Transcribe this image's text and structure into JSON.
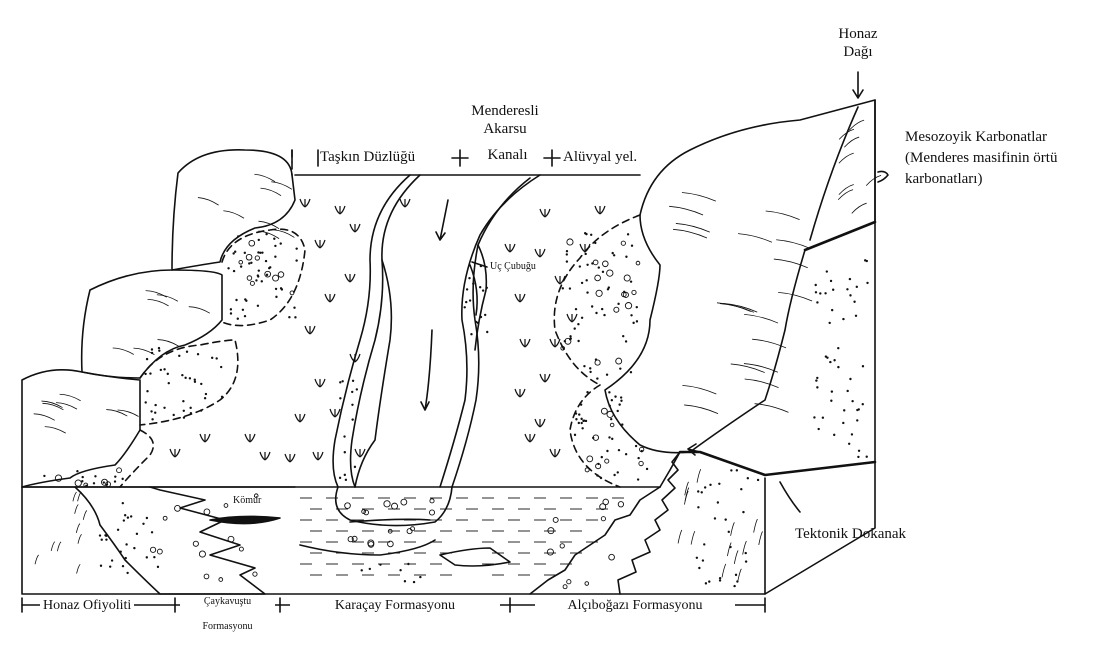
{
  "labels": {
    "honaz_dagi_1": "Honaz",
    "honaz_dagi_2": "Dağı",
    "menderesli_1": "Menderesli",
    "menderesli_2": "Akarsu",
    "menderesli_3": "Kanalı",
    "taskin": "Taşkın Düzlüğü",
    "aluvyal": "Alüvyal yel.",
    "mesozoyik_1": "Mesozoyik Karbonatlar",
    "mesozoyik_2": "(Menderes masifinin örtü",
    "mesozoyik_3": "karbonatları)",
    "uc_cubugu": "Uç Çubuğu",
    "komur": "Kömür",
    "tektonik": "Tektonik Dokanak"
  },
  "formations": {
    "honaz_ofiyoliti": "Honaz Ofiyoliti",
    "caykavustu_1": "Çaykavuştu",
    "caykavustu_2": "Formasyonu",
    "karacay": "Karaçay Formasyonu",
    "alcibogazi": "Alçıboğazı Formasyonu"
  },
  "colors": {
    "ink": "#111111",
    "background": "#ffffff"
  }
}
